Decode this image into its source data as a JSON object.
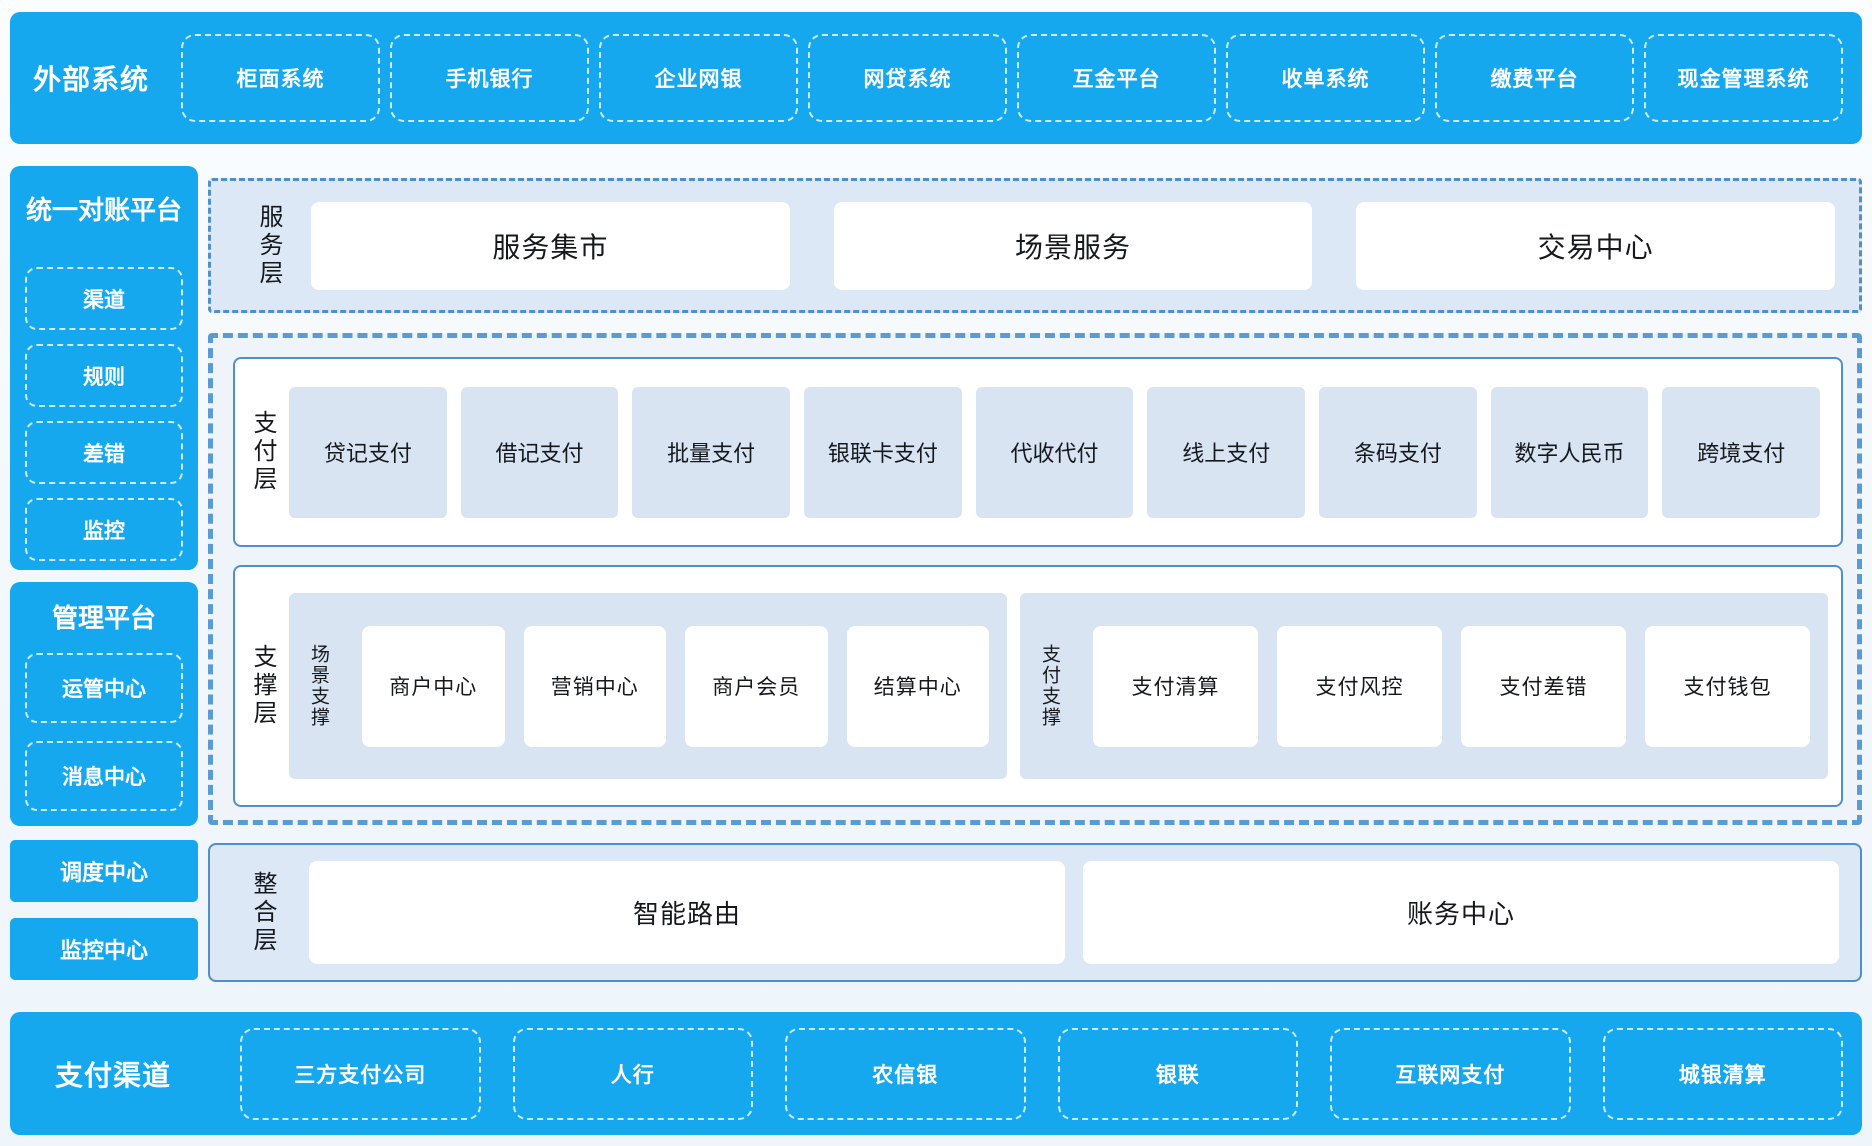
{
  "colors": {
    "primary_blue": "#16a8ef",
    "panel_border_blue": "#4e8fcc",
    "outer_dash_blue": "#5b9bd5",
    "section_bg": "#dce8f5",
    "card_bg": "#d9e4f2",
    "white_dash_border": "rgba(255,255,255,0.78)",
    "dark_text": "#15191e"
  },
  "external_systems": {
    "title": "外部系统",
    "items": [
      "柜面系统",
      "手机银行",
      "企业网银",
      "网贷系统",
      "互金平台",
      "收单系统",
      "缴费平台",
      "现金管理系统"
    ]
  },
  "reconciliation_platform": {
    "title": "统一对账平台",
    "items": [
      "渠道",
      "规则",
      "差错",
      "监控"
    ]
  },
  "management_platform": {
    "title": "管理平台",
    "items": [
      "运管中心",
      "消息中心"
    ]
  },
  "side_blocks": [
    "调度中心",
    "监控中心"
  ],
  "service_layer": {
    "label": "服务层",
    "items": [
      "服务集市",
      "场景服务",
      "交易中心"
    ]
  },
  "payment_layer": {
    "label": "支付层",
    "items": [
      "贷记支付",
      "借记支付",
      "批量支付",
      "银联卡支付",
      "代收代付",
      "线上支付",
      "条码支付",
      "数字人民币",
      "跨境支付"
    ]
  },
  "support_layer": {
    "label": "支撑层",
    "scene_group": {
      "label": "场景支撑",
      "items": [
        "商户中心",
        "营销中心",
        "商户会员",
        "结算中心"
      ]
    },
    "payment_group": {
      "label": "支付支撑",
      "items": [
        "支付清算",
        "支付风控",
        "支付差错",
        "支付钱包"
      ]
    }
  },
  "integration_layer": {
    "label": "整合层",
    "items": [
      "智能路由",
      "账务中心"
    ]
  },
  "payment_channels": {
    "title": "支付渠道",
    "items": [
      "三方支付公司",
      "人行",
      "农信银",
      "银联",
      "互联网支付",
      "城银清算"
    ]
  }
}
